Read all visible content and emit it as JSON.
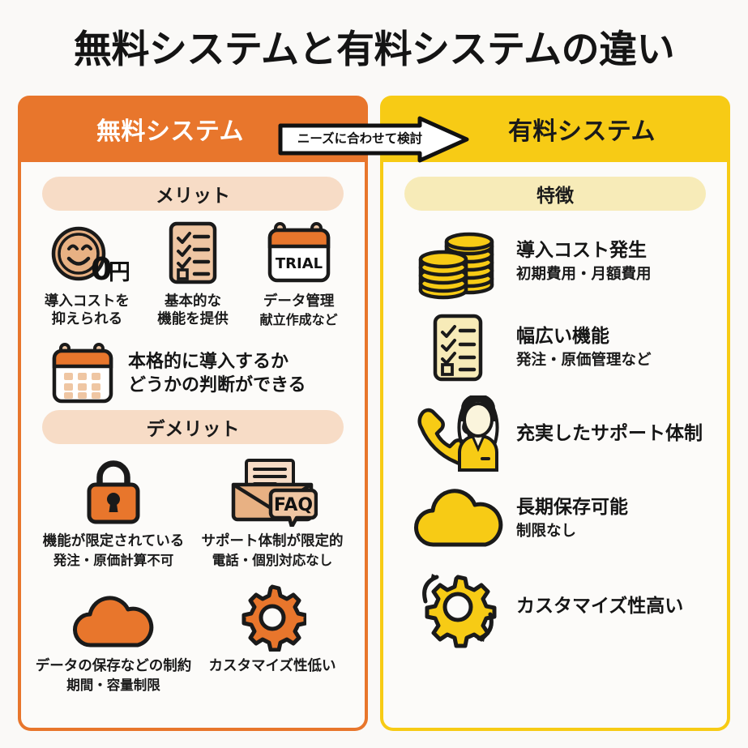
{
  "title": "無料システムと有料システムの違い",
  "arrow": {
    "label": "ニーズに合わせて検討",
    "icon": "right-arrow-banner-icon"
  },
  "colors": {
    "free_header": "#E8762C",
    "paid_header": "#F7CB15",
    "free_pill": "#F7DCC6",
    "paid_pill": "#F7EBB8",
    "page_background": "#FAF9F7",
    "panel_background": "#FCFBF9",
    "text": "#1A1A1A"
  },
  "free": {
    "header": "無料システム",
    "merit_label": "メリット",
    "demerit_label": "デメリット",
    "merits_trio": [
      {
        "icon": "smiley-coin-zero-yen-icon",
        "line1": "導入コストを\n抑えられる",
        "line2": ""
      },
      {
        "icon": "checklist-document-icon",
        "line1": "基本的な\n機能を提供",
        "line2": ""
      },
      {
        "icon": "trial-calendar-icon",
        "line1": "データ管理",
        "line2": "献立作成など"
      }
    ],
    "merit_wide": {
      "icon": "calendar-icon",
      "text": "本格的に導入するか\nどうかの判断ができる"
    },
    "demerits": [
      {
        "icon": "lock-icon",
        "line1": "機能が限定されている",
        "line2": "発注・原価計算不可"
      },
      {
        "icon": "envelope-faq-icon",
        "line1": "サポート体制が限定的",
        "line2": "電話・個別対応なし"
      },
      {
        "icon": "cloud-icon",
        "line1": "データの保存などの制約",
        "line2": "期間・容量制限"
      },
      {
        "icon": "gear-icon",
        "line1": "カスタマイズ性低い",
        "line2": ""
      }
    ]
  },
  "paid": {
    "header": "有料システム",
    "feature_label": "特徴",
    "features": [
      {
        "icon": "coin-stacks-icon",
        "line1": "導入コスト発生",
        "line2": "初期費用・月額費用"
      },
      {
        "icon": "checklist-document-icon",
        "line1": "幅広い機能",
        "line2": "発注・原価管理など"
      },
      {
        "icon": "headset-operator-icon",
        "line1": "充実したサポート体制",
        "line2": ""
      },
      {
        "icon": "cloud-icon",
        "line1": "長期保存可能",
        "line2": "制限なし"
      },
      {
        "icon": "gear-rotate-icon",
        "line1": "カスタマイズ性高い",
        "line2": ""
      }
    ]
  }
}
